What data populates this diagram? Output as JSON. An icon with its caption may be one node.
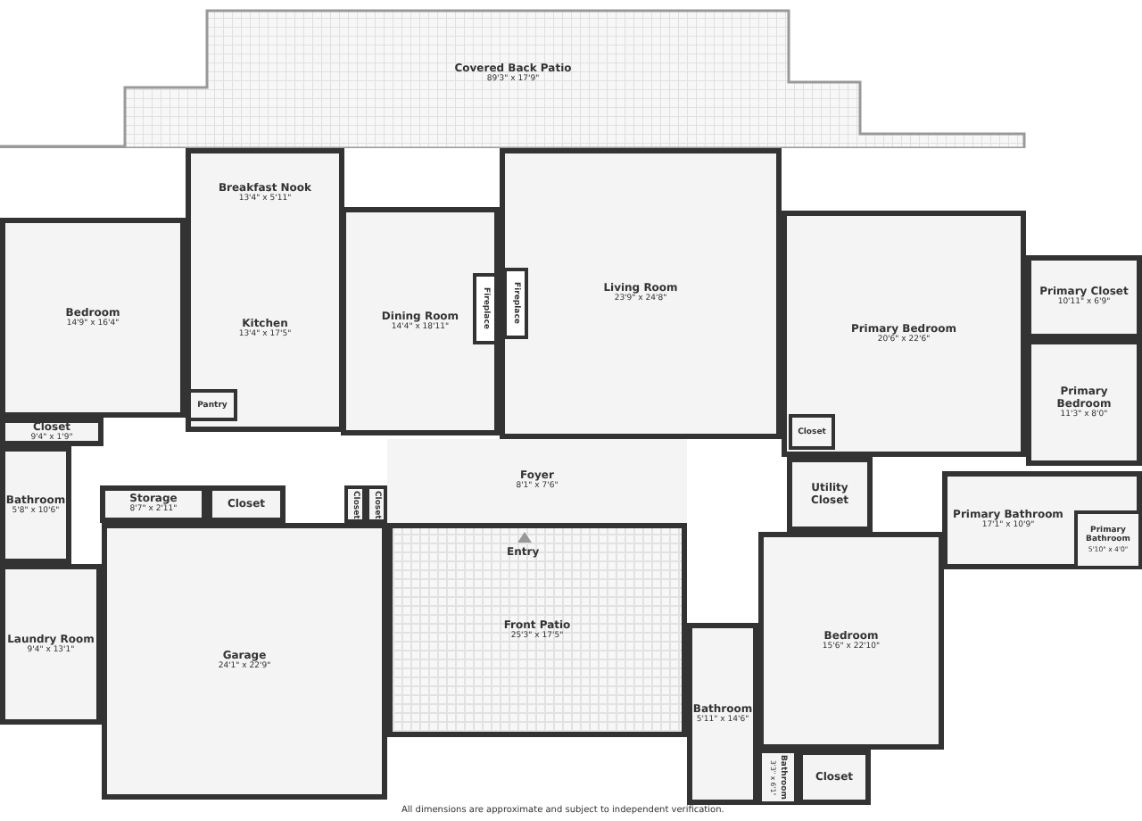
{
  "diagram": {
    "nodes": [
      {
        "text": [
          "Covered Back Patio",
          "89'3\" x 17'9\""
        ]
      },
      {
        "text": [
          "Breakfast Nook",
          "13'4\" x 5'11\""
        ]
      },
      {
        "text": [
          "Bedroom",
          "14'9\" x 16'4\""
        ]
      },
      {
        "text": [
          "Kitchen",
          "13'4\" x 17'5\""
        ]
      },
      {
        "text": [
          "Dining Room",
          "14'4\" x 18'11\""
        ]
      },
      {
        "text": [
          "Fireplace"
        ],
        "in": 4
      },
      {
        "text": [
          "Fireplace"
        ],
        "in": 7
      },
      {
        "text": [
          "Living Room",
          "23'9\" x 24'8\""
        ]
      },
      {
        "text": [
          "Primary Closet",
          "10'11\" x 6'9\""
        ]
      },
      {
        "text": [
          "Primary Bedroom",
          "20'6\" x 22'6\""
        ]
      },
      {
        "text": [
          "Primary Bedroom",
          "11'3\" x 8'0\""
        ]
      },
      {
        "text": [
          "Pantry"
        ],
        "in": 3
      },
      {
        "text": [
          "Closet",
          "9'4\" x 1'9\""
        ]
      },
      {
        "text": [
          "Closet"
        ],
        "in": 9
      },
      {
        "text": [
          "Bathroom",
          "5'8\" x 10'6\""
        ]
      },
      {
        "text": [
          "Storage",
          "8'7\" x 2'11\""
        ]
      },
      {
        "text": [
          "Closet"
        ]
      },
      {
        "text": [
          "Closet"
        ]
      },
      {
        "text": [
          "Closet"
        ]
      },
      {
        "text": [
          "Foyer",
          "8'1\" x 7'6\""
        ]
      },
      {
        "text": [
          "Utility Closet"
        ]
      },
      {
        "text": [
          "Primary Bathroom",
          "17'1\" x 10'9\""
        ]
      },
      {
        "text": [
          "Primary Bathroom",
          "5'10\" x 4'0\""
        ],
        "in": 21
      },
      {
        "text": [
          "Laundry Room",
          "9'4\" x 13'1\""
        ]
      },
      {
        "text": [
          "Garage",
          "24'1\" x 22'9\""
        ]
      },
      {
        "text": [
          "Front Patio",
          "25'3\" x 17'5\""
        ]
      },
      {
        "text": [
          "Bedroom",
          "15'6\" x 22'10\""
        ]
      },
      {
        "text": [
          "Bathroom",
          "5'11\" x 14'6\""
        ]
      },
      {
        "text": [
          "Bathroom",
          "3'3\" x 6'1\""
        ]
      },
      {
        "text": [
          "Closet"
        ]
      }
    ],
    "labels": [
      "Entry",
      "All dimensions are approximate and subject to independent verification."
    ]
  }
}
